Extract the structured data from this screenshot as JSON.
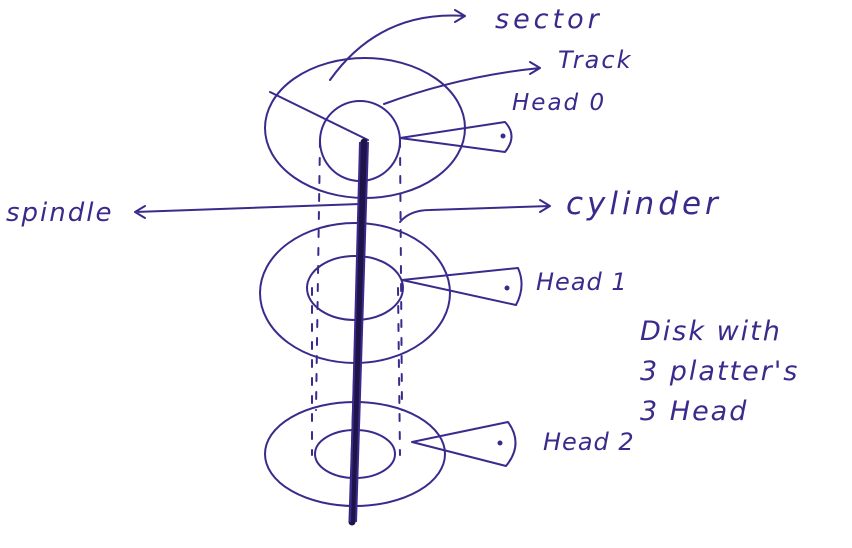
{
  "colors": {
    "ink": "#3b2a8c",
    "spindle": "#1f1448",
    "background": "#ffffff"
  },
  "labels": {
    "sector": "sector",
    "track": "Track",
    "head0": "Head 0",
    "spindle": "spindle",
    "cylinder": "cylinder",
    "head1": "Head 1",
    "head2": "Head 2"
  },
  "note": {
    "line1": "Disk with",
    "line2": "3 platter's",
    "line3": "3 Head"
  }
}
